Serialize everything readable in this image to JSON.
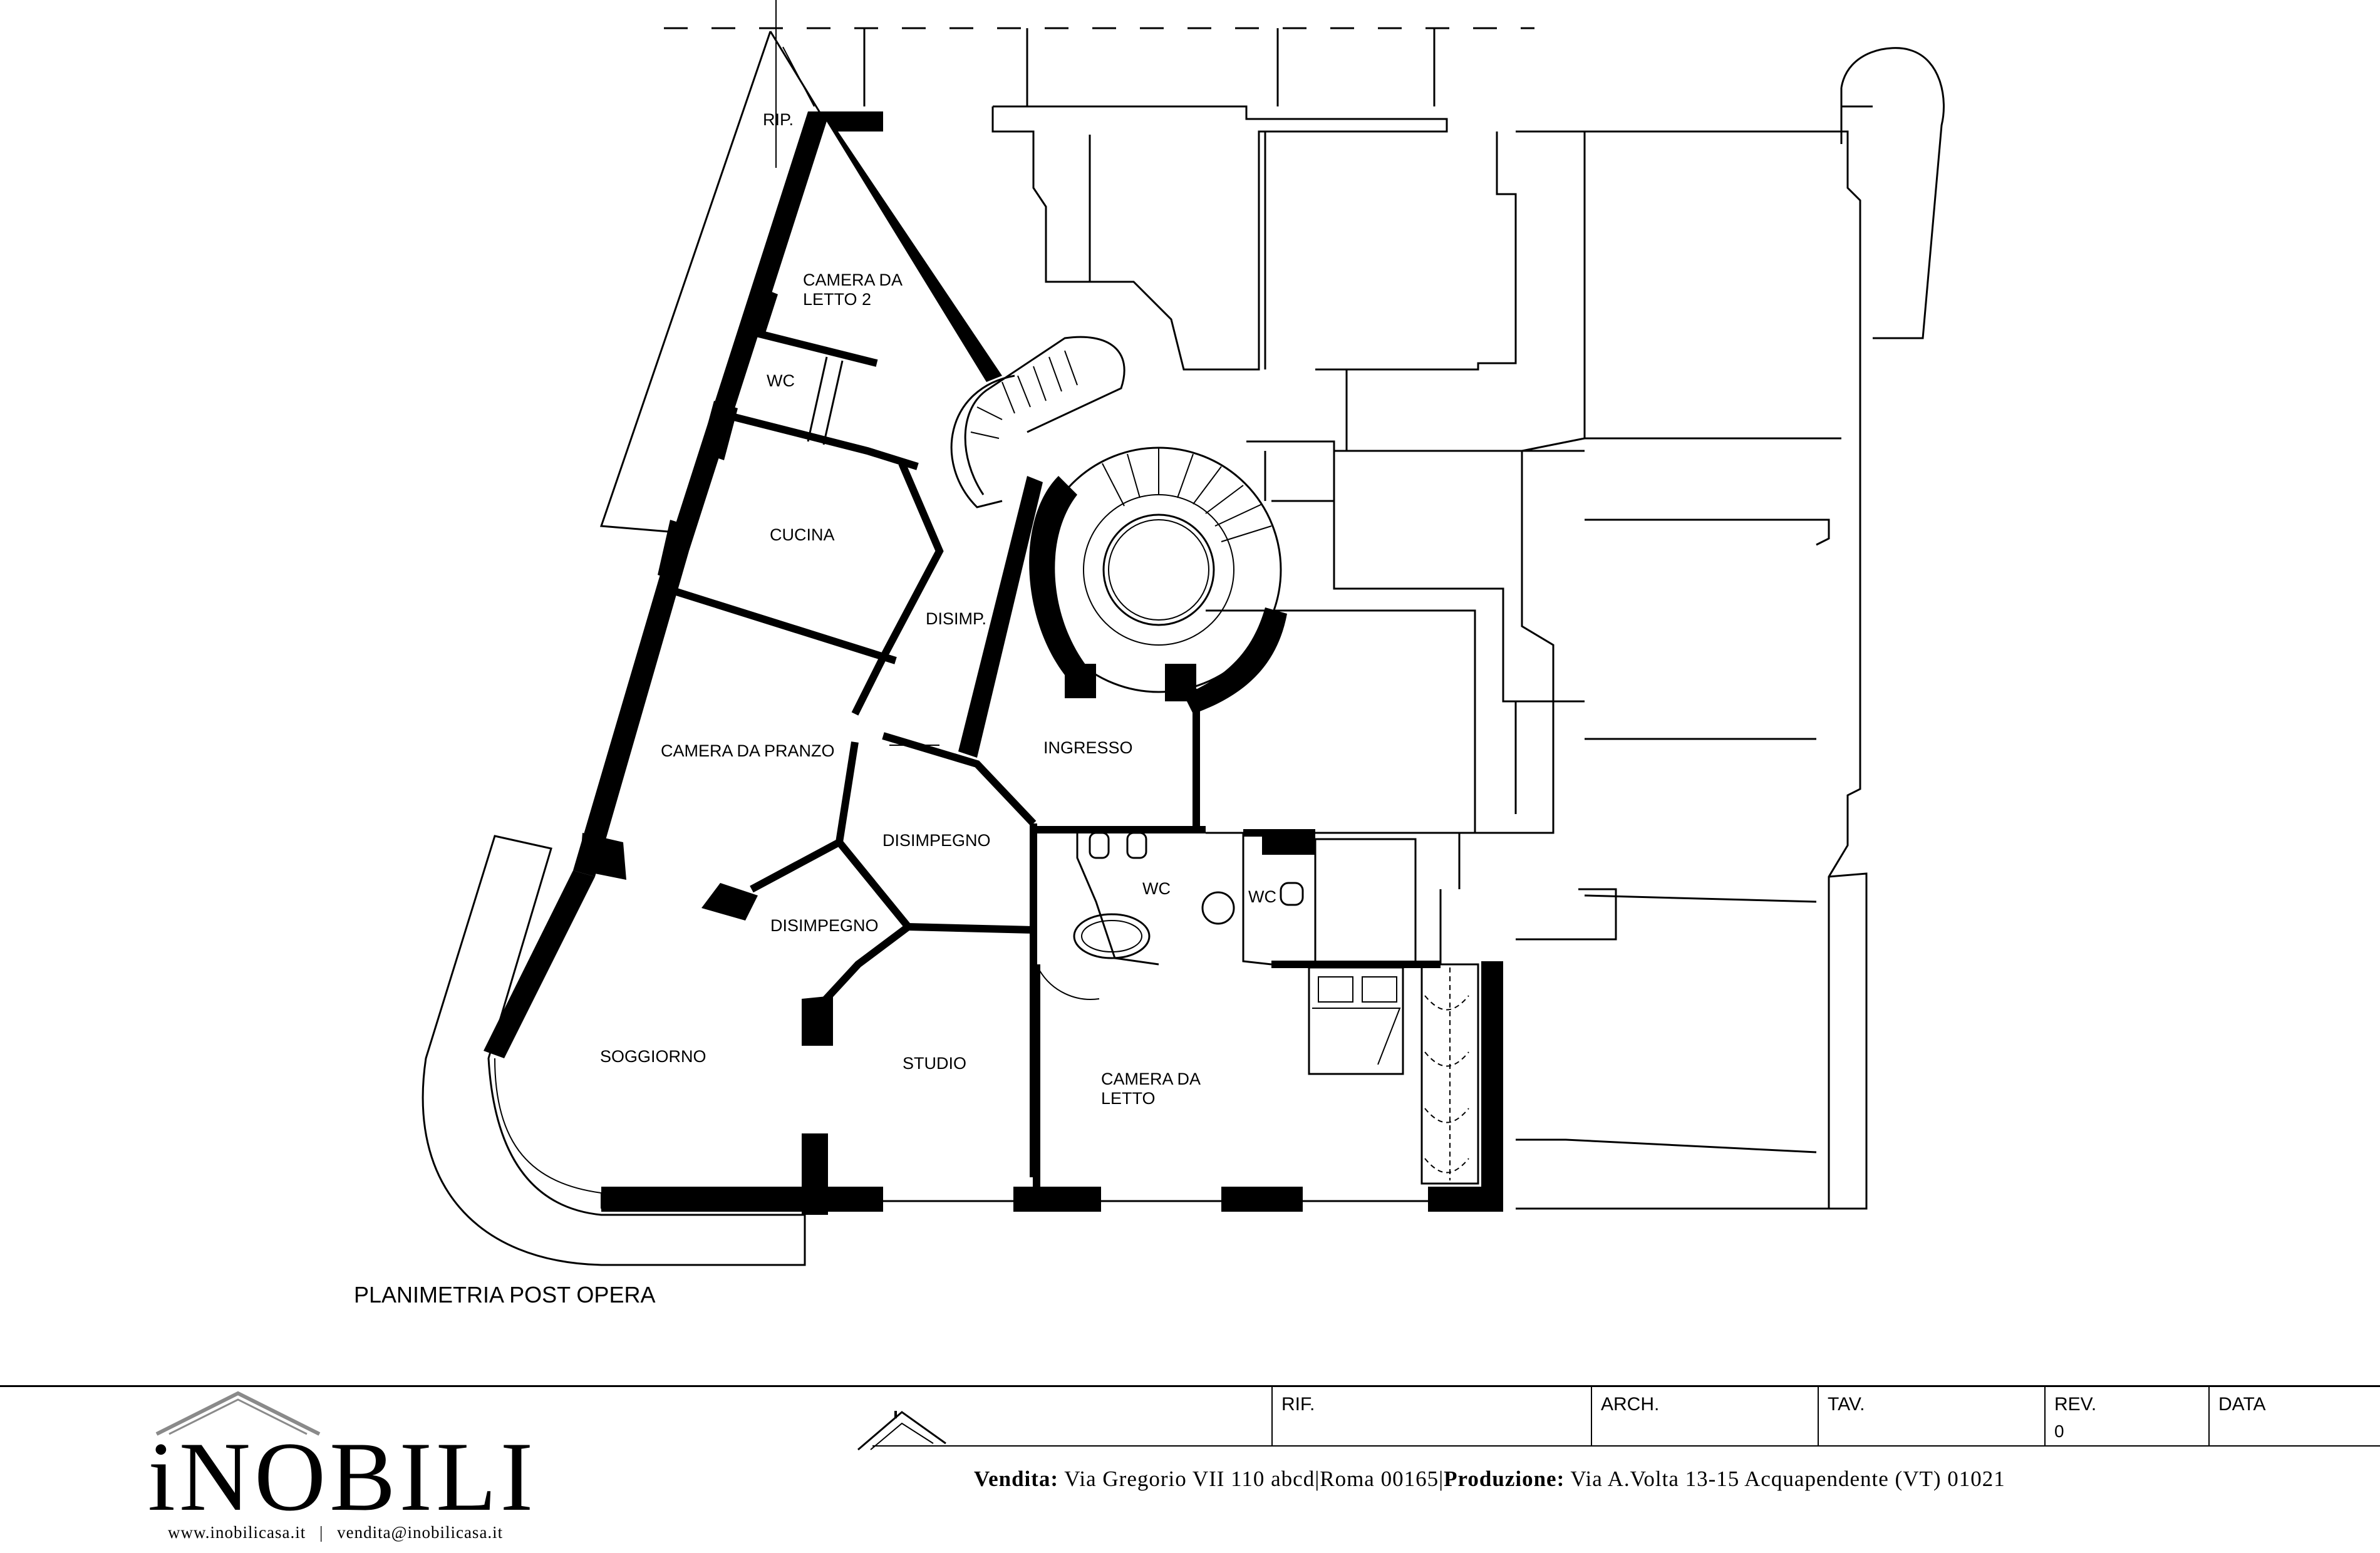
{
  "plan": {
    "title": "PLANIMETRIA POST OPERA",
    "rooms": [
      {
        "id": "rip",
        "label": "RIP."
      },
      {
        "id": "camera-letto-2-l1",
        "label": "CAMERA DA"
      },
      {
        "id": "camera-letto-2-l2",
        "label": "LETTO 2"
      },
      {
        "id": "wc-1",
        "label": "WC"
      },
      {
        "id": "cucina",
        "label": "CUCINA"
      },
      {
        "id": "disimp",
        "label": "DISIMP."
      },
      {
        "id": "camera-pranzo",
        "label": "CAMERA DA PRANZO"
      },
      {
        "id": "ingresso",
        "label": "INGRESSO"
      },
      {
        "id": "disimpegno-1",
        "label": "DISIMPEGNO"
      },
      {
        "id": "disimpegno-2",
        "label": "DISIMPEGNO"
      },
      {
        "id": "wc-2",
        "label": "WC"
      },
      {
        "id": "wc-3",
        "label": "WC"
      },
      {
        "id": "soggiorno",
        "label": "SOGGIORNO"
      },
      {
        "id": "studio",
        "label": "STUDIO"
      },
      {
        "id": "camera-letto-l1",
        "label": "CAMERA DA"
      },
      {
        "id": "camera-letto-l2",
        "label": "LETTO"
      }
    ]
  },
  "titleblock": {
    "logo": "iNOBILI",
    "website": "www.inobilicasa.it",
    "email": "vendita@inobilicasa.it",
    "separator": "|",
    "fields": [
      {
        "label": "RIF.",
        "value": ""
      },
      {
        "label": "ARCH.",
        "value": ""
      },
      {
        "label": "TAV.",
        "value": ""
      },
      {
        "label": "REV.",
        "value": "0"
      },
      {
        "label": "DATA",
        "value": ""
      }
    ],
    "address": {
      "sales_label": "Vendita:",
      "sales_text": "Via Gregorio VII 110 abcd",
      "sep": "|",
      "city": "Roma 00165",
      "prod_label": "Produzione:",
      "prod_text": "Via A.Volta 13-15 Acquapendente (VT) 01021"
    }
  }
}
